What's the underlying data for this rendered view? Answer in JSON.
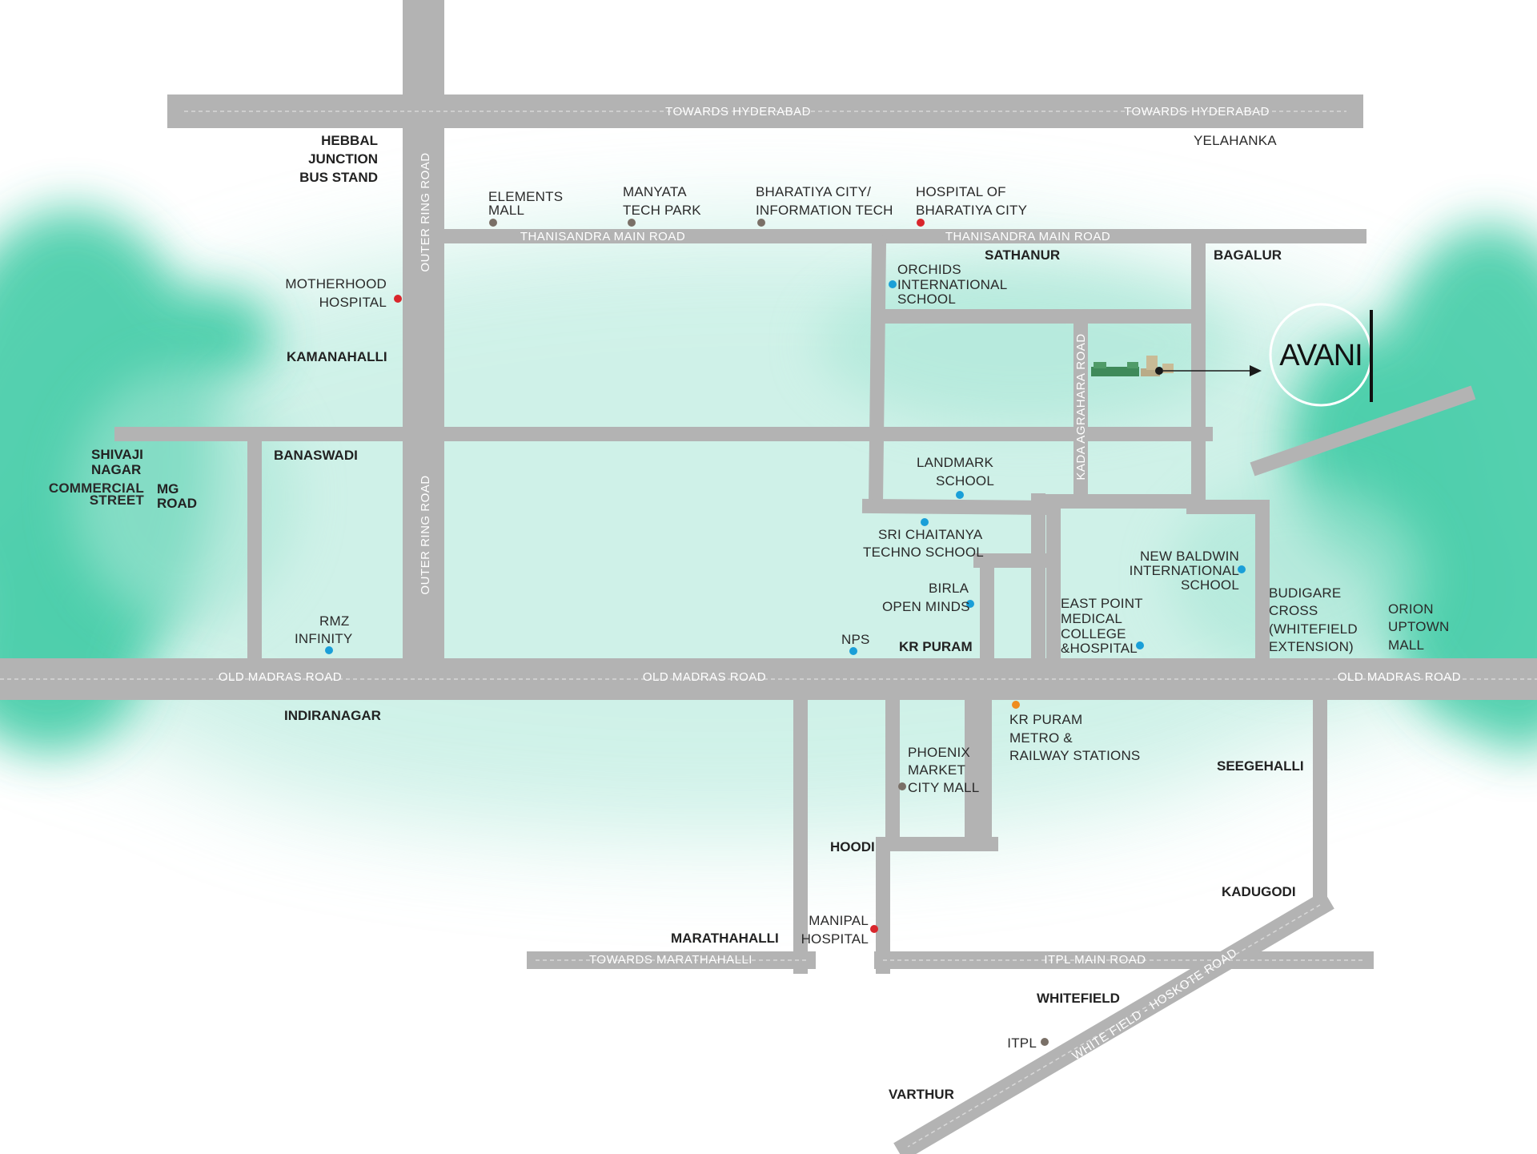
{
  "colors": {
    "road": "#b3b3b3",
    "road_dash": "#d8d8d8",
    "wash_teal": "#37c9a2",
    "wash_light": "#a8e6d6",
    "dot_blue": "#1a9fd8",
    "dot_red": "#d9262c",
    "dot_grey": "#7a7067",
    "dot_orange": "#ef8c1e"
  },
  "brand": {
    "name": "AVANI"
  },
  "roads": {
    "towards_hyderabad_1": "TOWARDS HYDERABAD",
    "towards_hyderabad_2": "TOWARDS HYDERABAD",
    "thanisandra_1": "THANISANDRA MAIN ROAD",
    "thanisandra_2": "THANISANDRA MAIN ROAD",
    "outer_ring_1": "OUTER RING ROAD",
    "outer_ring_2": "OUTER RING ROAD",
    "kada_agrahara": "KADA AGRAHARA ROAD",
    "old_madras_1": "OLD MADRAS ROAD",
    "old_madras_2": "OLD MADRAS ROAD",
    "old_madras_3": "OLD MADRAS ROAD",
    "towards_marathahalli": "TOWARDS MARATHAHALLI",
    "itpl_main": "ITPL MAIN ROAD",
    "whitefield_hoskote": "WHITE FIELD - HOSKOTE ROAD"
  },
  "areas": {
    "hebbal_1": "HEBBAL",
    "hebbal_2": "JUNCTION",
    "hebbal_3": "BUS STAND",
    "kamanahalli": "KAMANAHALLI",
    "shivaji_1": "SHIVAJI",
    "shivaji_2": "NAGAR",
    "mg_1": "MG",
    "mg_2": "ROAD",
    "banaswadi": "BANASWADI",
    "sathanur": "SATHANUR",
    "bagalur": "BAGALUR",
    "kr_puram": "KR PURAM",
    "indiranagar": "INDIRANAGAR",
    "seegehalli": "SEEGEHALLI",
    "hoodi": "HOODI",
    "kadugodi": "KADUGODI",
    "marathahalli": "MARATHAHALLI",
    "whitefield": "WHITEFIELD",
    "varthur": "VARTHUR"
  },
  "places": {
    "yelahanka": "YELAHANKA",
    "commercial_1": "COMMERCIAL",
    "commercial_2": "STREET",
    "elements_1": "ELEMENTS",
    "elements_2": "MALL",
    "manyata_1": "MANYATA",
    "manyata_2": "TECH PARK",
    "bharatiya_1": "BHARATIYA CITY/",
    "bharatiya_2": "INFORMATION TECH",
    "hospital_bc_1": "HOSPITAL OF",
    "hospital_bc_2": "BHARATIYA CITY",
    "motherhood_1": "MOTHERHOOD",
    "motherhood_2": "HOSPITAL",
    "orchids_1": "ORCHIDS",
    "orchids_2": "INTERNATIONAL",
    "orchids_3": "SCHOOL",
    "landmark_1": "LANDMARK",
    "landmark_2": "SCHOOL",
    "chaitanya_1": "SRI CHAITANYA",
    "chaitanya_2": "TECHNO SCHOOL",
    "birla_1": "BIRLA",
    "birla_2": "OPEN MINDS",
    "nps": "NPS",
    "rmz_1": "RMZ",
    "rmz_2": "INFINITY",
    "baldwin_1": "NEW BALDWIN",
    "baldwin_2": "INTERNATIONAL",
    "baldwin_3": "SCHOOL",
    "eastpoint_1": "EAST POINT",
    "eastpoint_2": "MEDICAL",
    "eastpoint_3": "COLLEGE",
    "eastpoint_4": "&HOSPITAL",
    "budigare_1": "BUDIGARE",
    "budigare_2": "CROSS",
    "budigare_3": "(WHITEFIELD",
    "budigare_4": "EXTENSION)",
    "orion_1": "ORION",
    "orion_2": "UPTOWN",
    "orion_3": "MALL",
    "phoenix_1": "PHOENIX",
    "phoenix_2": "MARKET",
    "phoenix_3": "CITY MALL",
    "krmetro_1": "KR PURAM",
    "krmetro_2": "METRO &",
    "krmetro_3": "RAILWAY STATIONS",
    "manipal_1": "MANIPAL",
    "manipal_2": "HOSPITAL",
    "itpl": "ITPL"
  }
}
